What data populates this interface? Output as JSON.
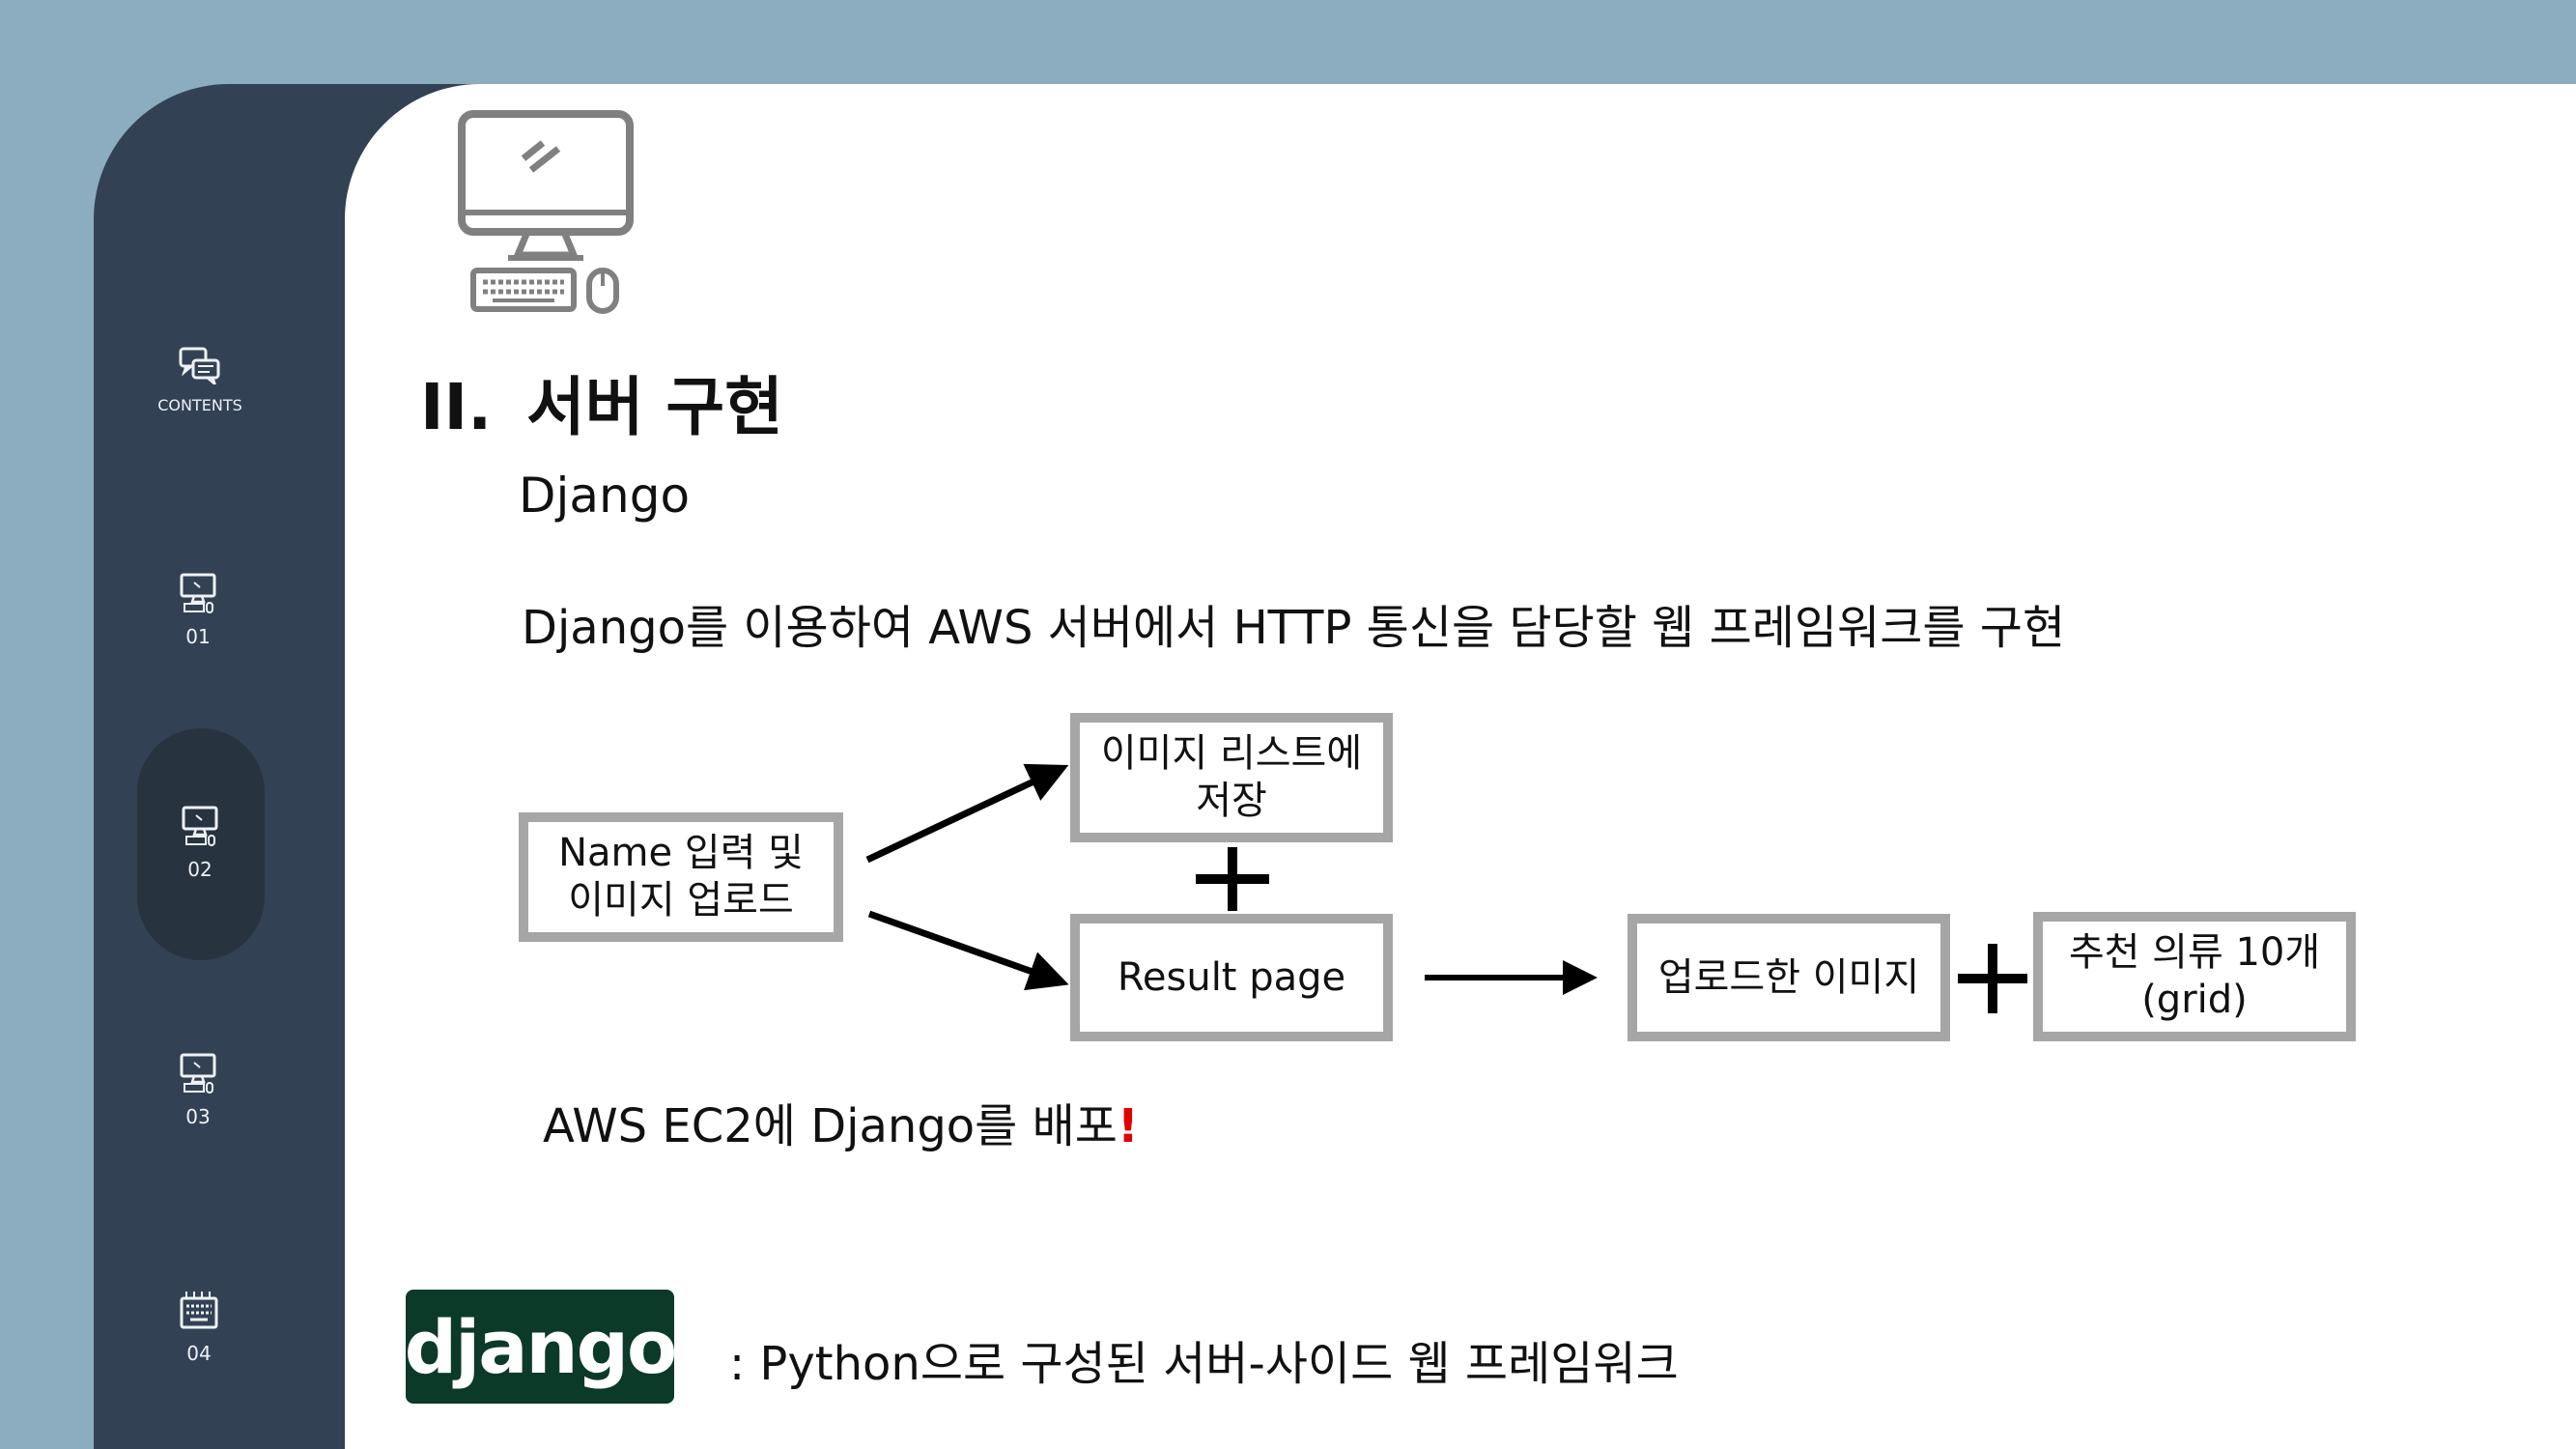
{
  "sidebar": {
    "items": [
      {
        "label": "CONTENTS",
        "icon": "chat-bubbles-icon"
      },
      {
        "label": "01",
        "icon": "computer-icon"
      },
      {
        "label": "02",
        "icon": "computer-icon",
        "active": true
      },
      {
        "label": "03",
        "icon": "computer-icon"
      },
      {
        "label": "04",
        "icon": "keyboard-icon"
      }
    ]
  },
  "header": {
    "icon": "computer-workstation-icon",
    "section_number": "II.",
    "section_title": "서버 구현"
  },
  "main": {
    "subtitle": "Django",
    "description": "Django를 이용하여 AWS 서버에서 HTTP 통신을 담당할 웹 프레임워크를 구현",
    "diagram": {
      "input_box_line1": "Name 입력 및",
      "input_box_line2": "이미지 업로드",
      "save_box_line1": "이미지 리스트에",
      "save_box_line2": "저장",
      "result_box": "Result page",
      "uploaded_box": "업로드한 이미지",
      "recommend_box_line1": "추천 의류 10개",
      "recommend_box_line2": "(grid)"
    },
    "deploy_text": "AWS EC2에 Django를 배포",
    "deploy_mark": "!",
    "logo_text": "django",
    "logo_desc": ": Python으로 구성된 서버-사이드 웹 프레임워크"
  },
  "colors": {
    "background": "#8badbf",
    "sidebar": "#334154",
    "sidebar_active": "#283340",
    "box_border": "#a6a6a6",
    "logo_bg": "#0c3a28",
    "accent_red": "#e00000"
  }
}
